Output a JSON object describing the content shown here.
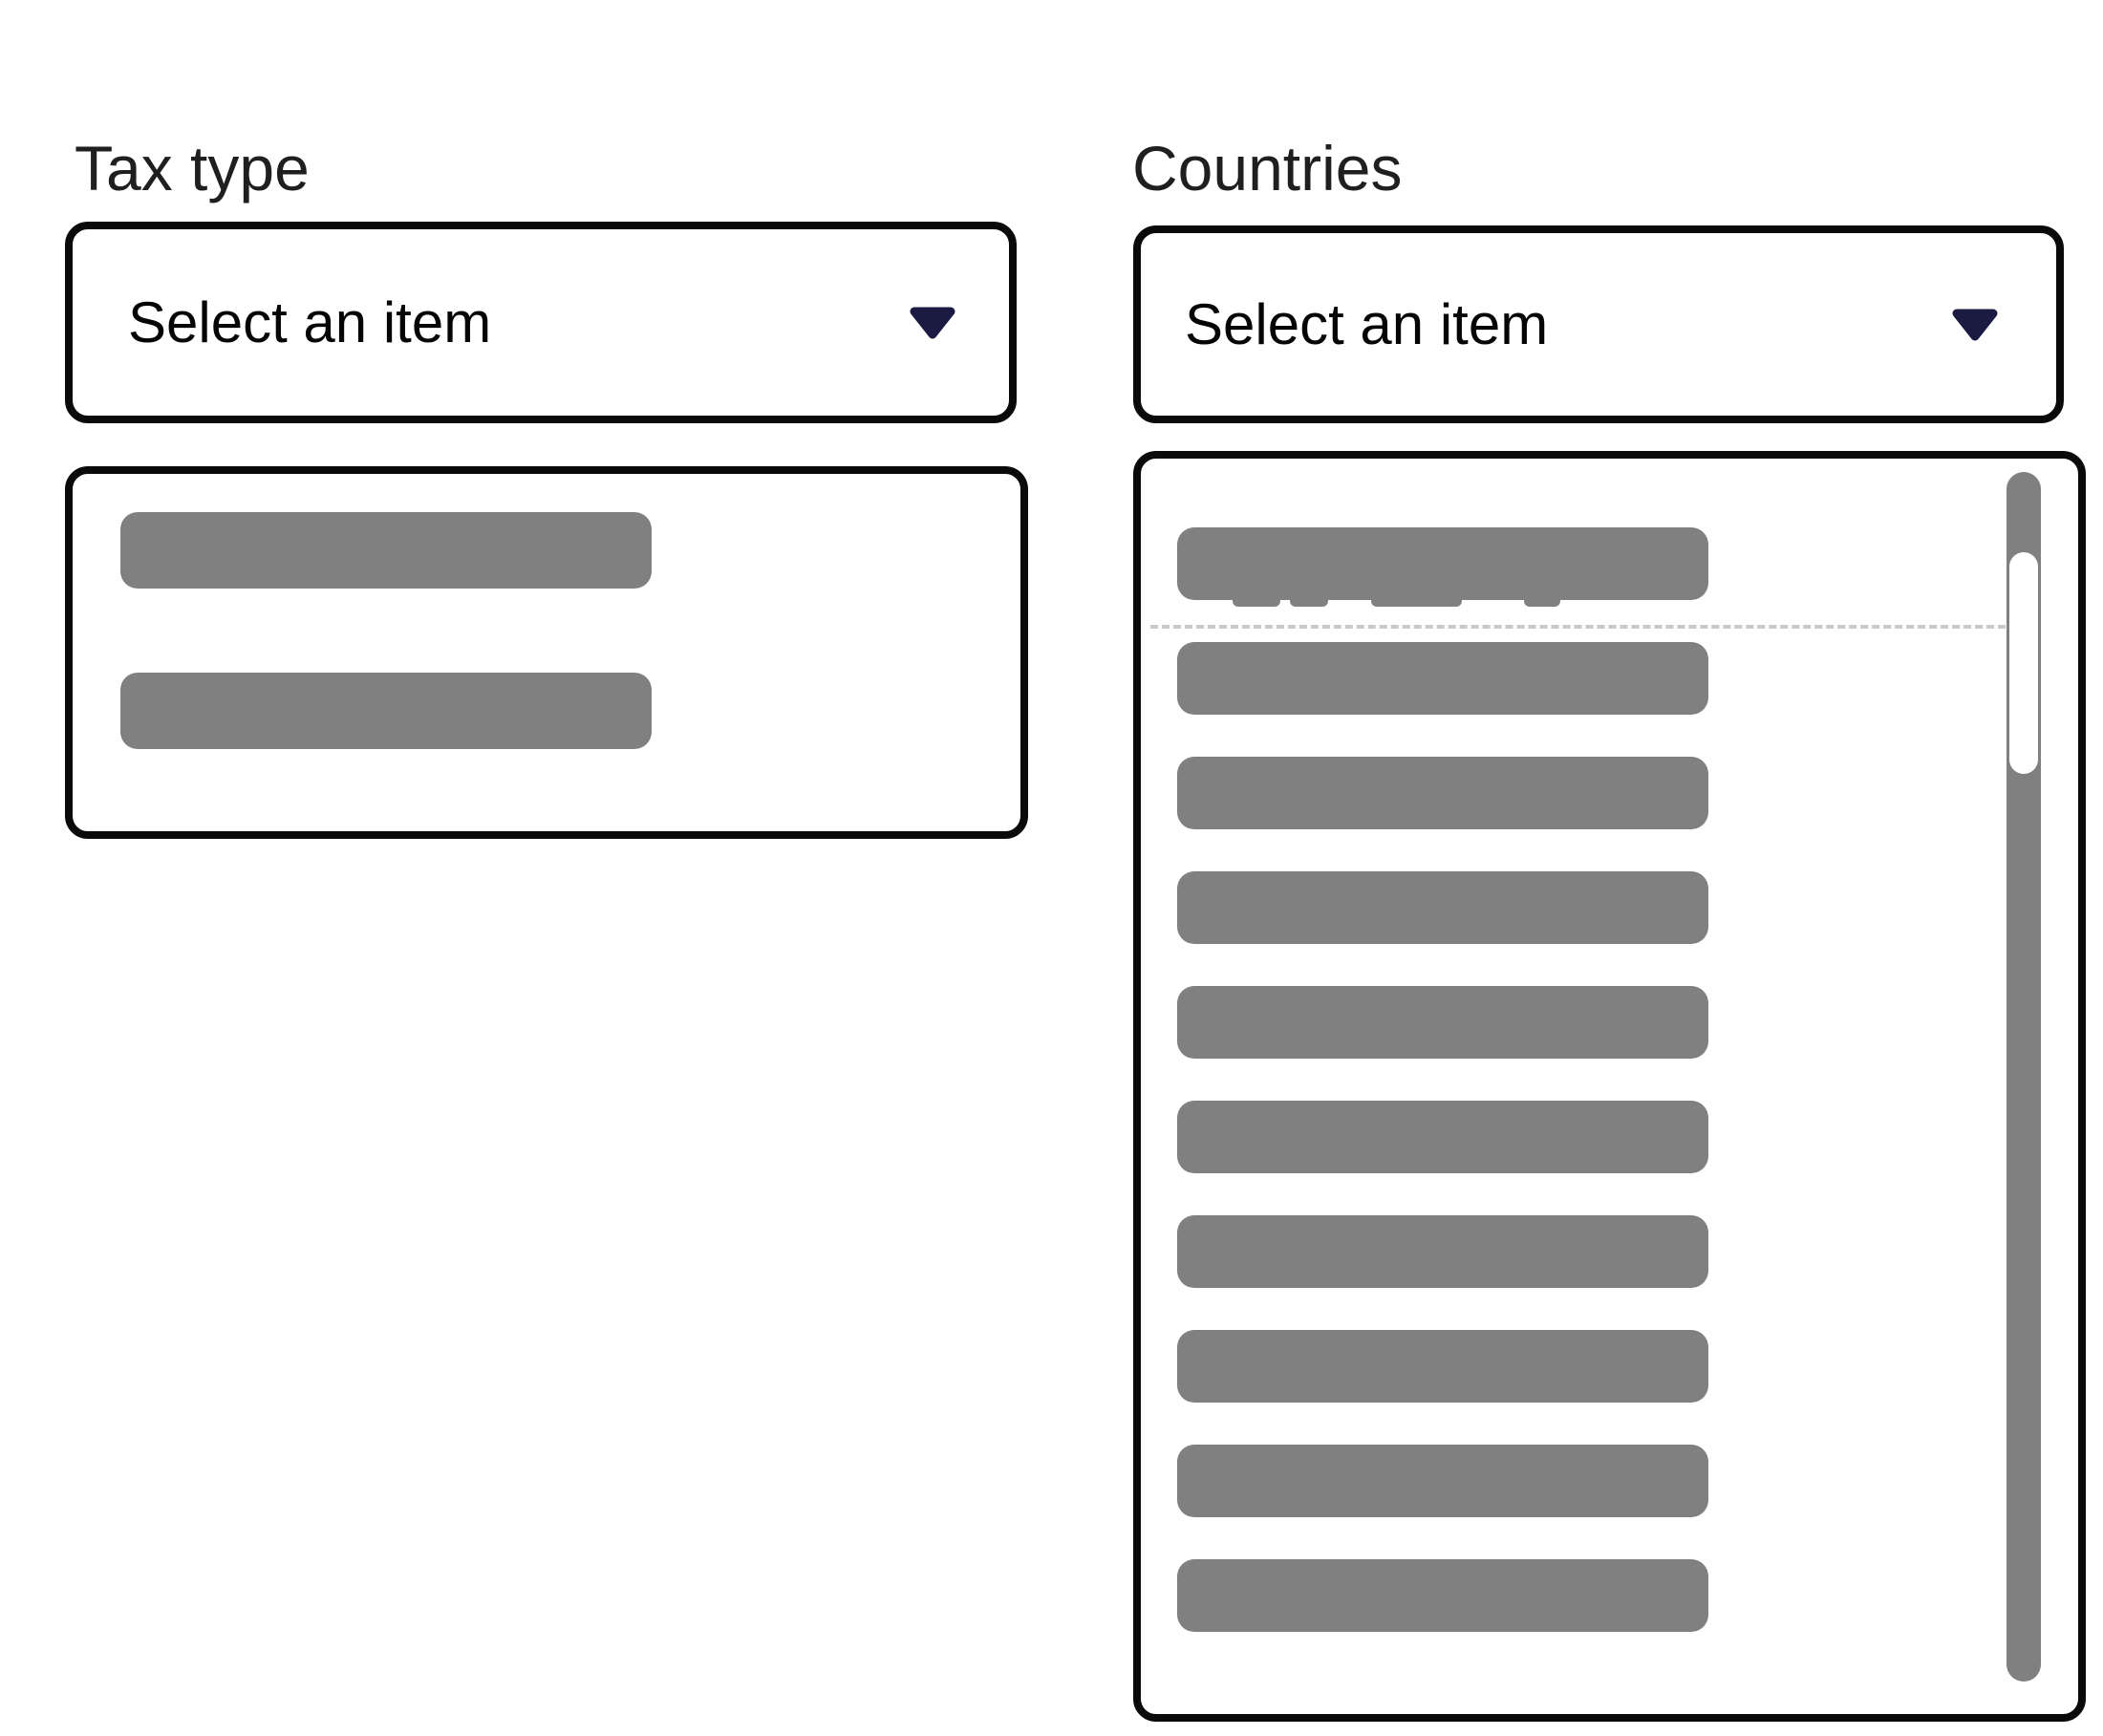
{
  "colors": {
    "background": "#ffffff",
    "box_border": "#0a0a0a",
    "placeholder_bar": "#808080",
    "dropdown_arrow": "#1a1a42",
    "label_text": "#1f1f1f",
    "select_text": "#050505",
    "scrollbar_track": "#808080",
    "scrollbar_thumb": "#ffffff"
  },
  "tax_type": {
    "label": "Tax type",
    "select": {
      "value": "Select an item",
      "arrow_icon": "chevron-down"
    },
    "list": {
      "item_count": 2
    }
  },
  "countries": {
    "label": "Countries",
    "select": {
      "value": "Select an item",
      "arrow_icon": "chevron-down"
    },
    "list": {
      "item_count": 10,
      "has_scrollbar": true
    }
  }
}
